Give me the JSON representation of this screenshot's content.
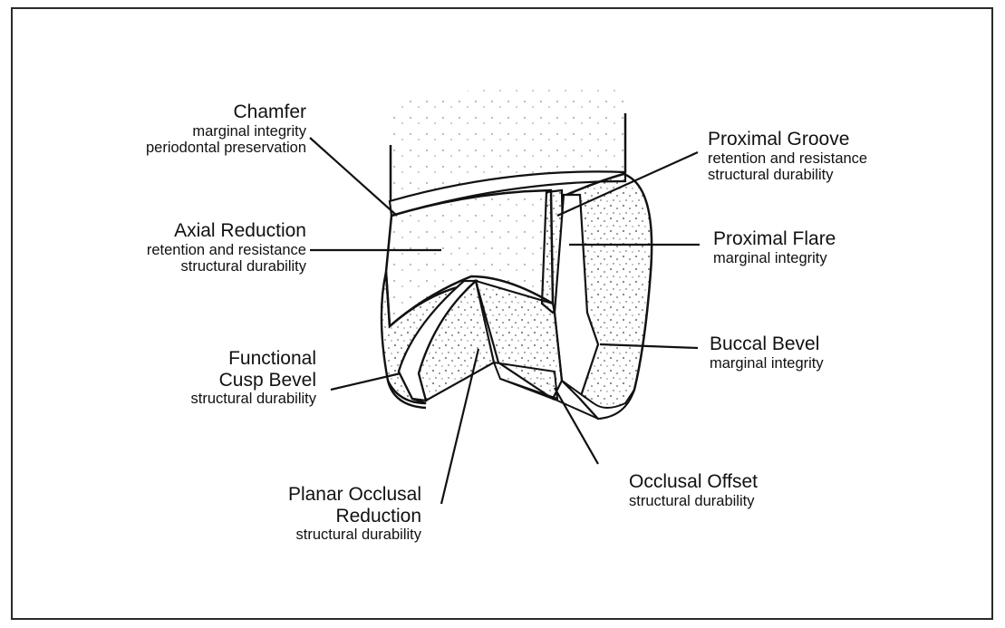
{
  "labels": {
    "chamfer": {
      "title": "Chamfer",
      "sub": [
        "marginal integrity",
        "periodontal preservation"
      ]
    },
    "axial_reduction": {
      "title": "Axial Reduction",
      "sub": [
        "retention and resistance",
        "structural durability"
      ]
    },
    "functional_cusp_bevel": {
      "title": [
        "Functional",
        "Cusp Bevel"
      ],
      "sub": [
        "structural durability"
      ]
    },
    "planar_occlusal_reduction": {
      "title": [
        "Planar Occlusal",
        "Reduction"
      ],
      "sub": [
        "structural durability"
      ]
    },
    "proximal_groove": {
      "title": "Proximal Groove",
      "sub": [
        "retention and resistance",
        "structural durability"
      ]
    },
    "proximal_flare": {
      "title": "Proximal Flare",
      "sub": [
        "marginal integrity"
      ]
    },
    "buccal_bevel": {
      "title": "Buccal Bevel",
      "sub": [
        "marginal integrity"
      ]
    },
    "occlusal_offset": {
      "title": "Occlusal Offset",
      "sub": [
        "structural durability"
      ]
    }
  }
}
